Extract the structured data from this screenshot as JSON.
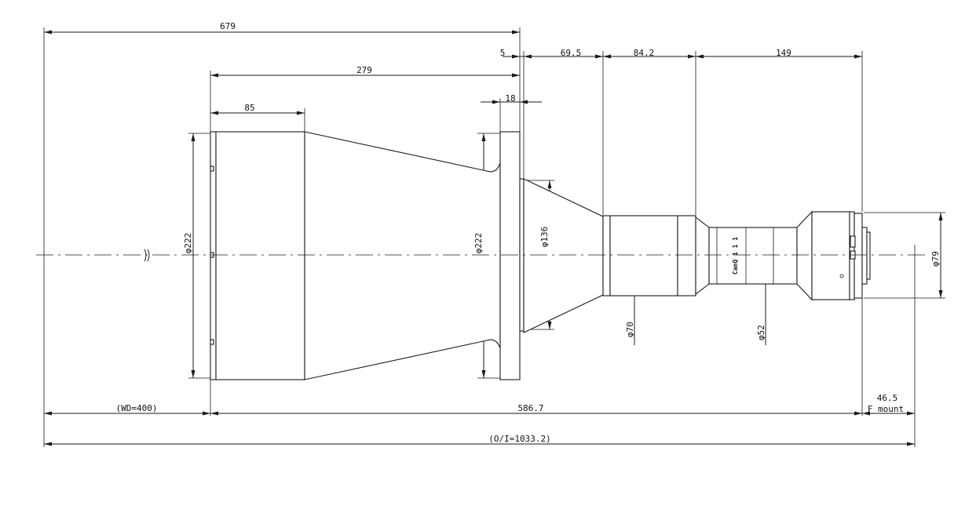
{
  "dimensions": {
    "overall_front_to_flange": "679",
    "front_to_flange_gap": "5",
    "barrel_length": "279",
    "front_ring": "85",
    "flange_thickness": "18",
    "seg_a": "69.5",
    "seg_b": "84.2",
    "seg_c": "149",
    "working_distance": "(WD=400)",
    "lens_length": "586.7",
    "flange_back": "46.5",
    "mount": "F mount",
    "object_to_image": "(O/I=1033.2)"
  },
  "diameters": {
    "front": "φ222",
    "flange": "φ222",
    "cone_base": "φ136",
    "tube_front": "φ70",
    "tube_rear": "φ52",
    "mount_body": "φ79"
  },
  "marking_text": "CanQ 1 1 1"
}
